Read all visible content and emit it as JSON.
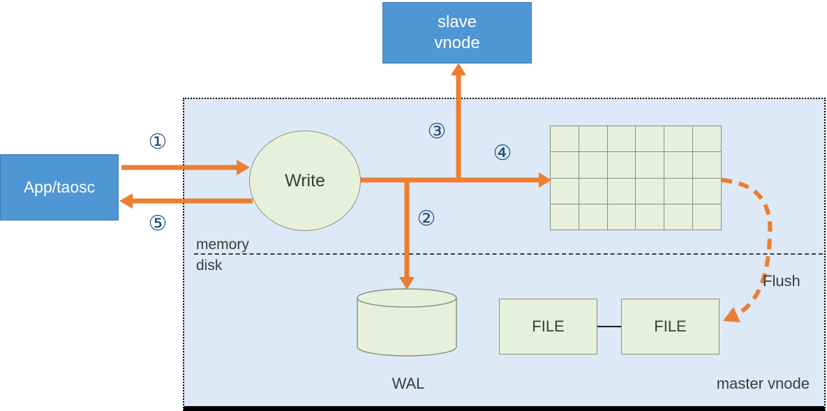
{
  "colors": {
    "blue": "#4e96d4",
    "blue_border": "#3d7cb8",
    "green": "#e7f0db",
    "green_border": "#85917c",
    "panel_bg": "#dde9f6",
    "arrow": "#ed7d31",
    "step_number": "#1f4e79"
  },
  "grid": {
    "rows": 4,
    "cols": 6
  },
  "nodes": {
    "slave_vnode": {
      "line1": "slave",
      "line2": "vnode"
    },
    "app": {
      "label": "App/taosc"
    },
    "write": {
      "label": "Write"
    },
    "wal": {
      "label": "WAL"
    },
    "file_left": {
      "label": "FILE"
    },
    "file_right": {
      "label": "FILE"
    }
  },
  "labels": {
    "memory": "memory",
    "disk": "disk",
    "flush": "Flush",
    "master_vnode": "master vnode"
  },
  "steps": [
    {
      "glyph": "①"
    },
    {
      "glyph": "②"
    },
    {
      "glyph": "③"
    },
    {
      "glyph": "④"
    },
    {
      "glyph": "⑤"
    }
  ]
}
